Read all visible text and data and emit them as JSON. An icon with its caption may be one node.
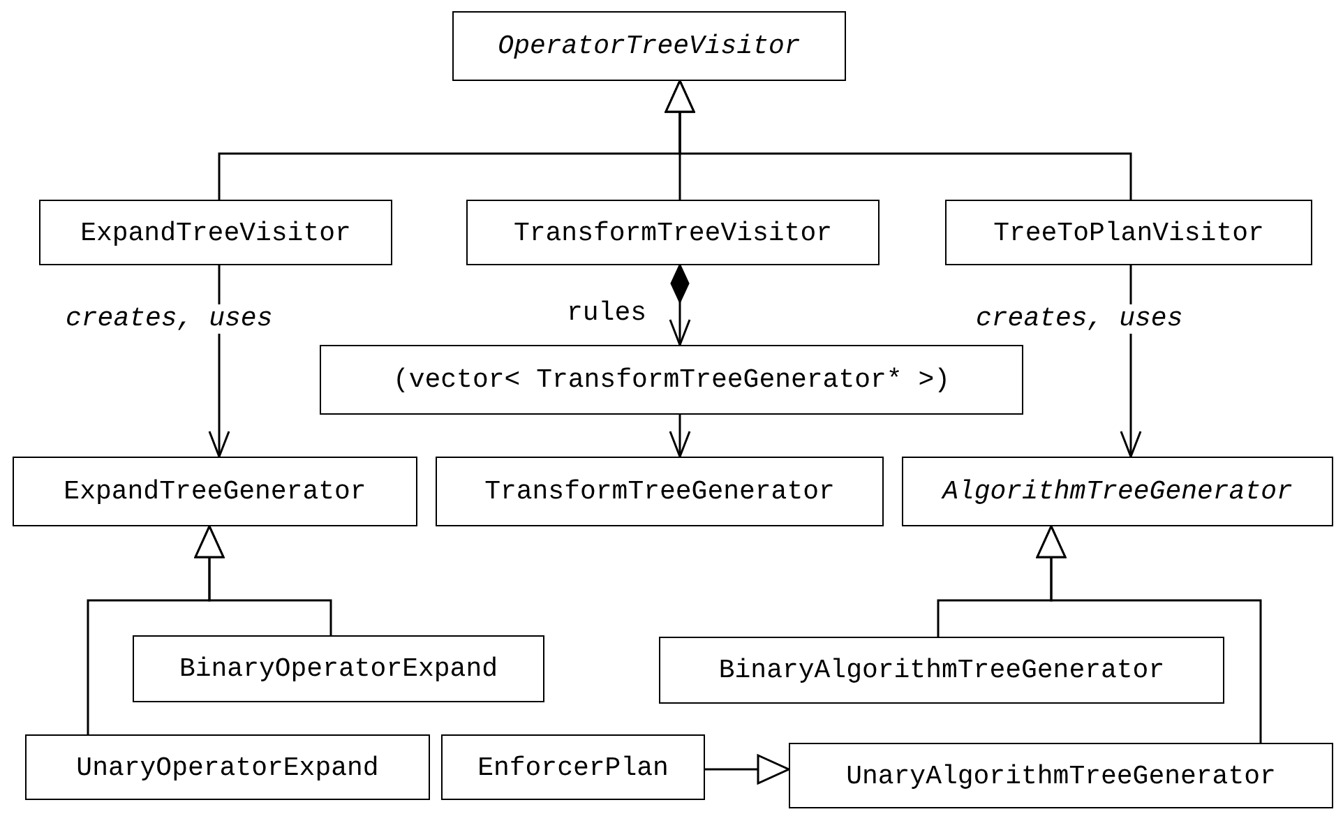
{
  "diagram": {
    "nodes": [
      {
        "text": [
          "OperatorTreeVisitor"
        ]
      },
      {
        "text": [
          "ExpandTreeVisitor"
        ]
      },
      {
        "text": [
          "TransformTreeVisitor"
        ]
      },
      {
        "text": [
          "TreeToPlanVisitor"
        ]
      },
      {
        "text": [
          "(vector< TransformTreeGenerator* >)"
        ]
      },
      {
        "text": [
          "ExpandTreeGenerator"
        ]
      },
      {
        "text": [
          "TransformTreeGenerator"
        ]
      },
      {
        "text": [
          "AlgorithmTreeGenerator"
        ]
      },
      {
        "text": [
          "BinaryOperatorExpand"
        ]
      },
      {
        "text": [
          "BinaryAlgorithmTreeGenerator"
        ]
      },
      {
        "text": [
          "UnaryOperatorExpand"
        ]
      },
      {
        "text": [
          "EnforcerPlan"
        ]
      },
      {
        "text": [
          "UnaryAlgorithmTreeGenerator"
        ]
      }
    ],
    "edges": [
      {
        "from": 1,
        "to": 0,
        "arrow": "to"
      },
      {
        "from": 2,
        "to": 0,
        "arrow": "to"
      },
      {
        "from": 3,
        "to": 0,
        "arrow": "to"
      },
      {
        "from": 1,
        "to": 5,
        "arrow": "to",
        "label": "creates, uses"
      },
      {
        "from": 2,
        "to": 4,
        "arrow": "to",
        "label": "rules"
      },
      {
        "from": 4,
        "to": 6,
        "arrow": "to"
      },
      {
        "from": 3,
        "to": 7,
        "arrow": "to",
        "label": "creates, uses"
      },
      {
        "from": 8,
        "to": 5,
        "arrow": "to"
      },
      {
        "from": 10,
        "to": 5,
        "arrow": "to"
      },
      {
        "from": 9,
        "to": 7,
        "arrow": "to"
      },
      {
        "from": 12,
        "to": 7,
        "arrow": "to"
      },
      {
        "from": 11,
        "to": 12,
        "arrow": "to"
      }
    ]
  }
}
